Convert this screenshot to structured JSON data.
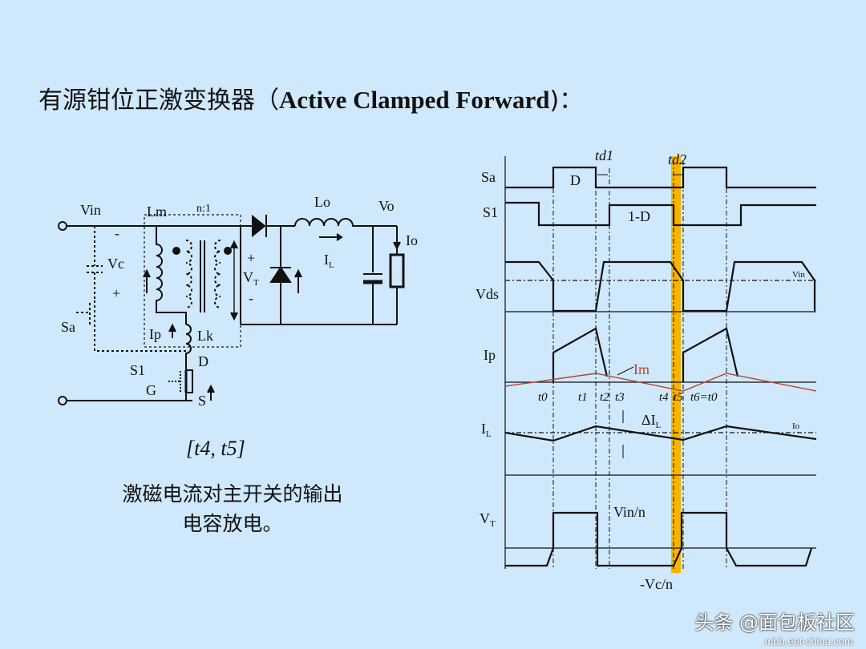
{
  "title": {
    "cn": "有源钳位正激变换器（",
    "en": "Active Clamped Forward",
    "tail": ")："
  },
  "interval": "[t4, t5]",
  "description": [
    "激磁电流对主开关的输出",
    "电容放电。"
  ],
  "circuit_labels": {
    "vin": "Vin",
    "lm": "Lm",
    "ratio": "n:1",
    "lo": "Lo",
    "vo": "Vo",
    "io": "Io",
    "il": "I",
    "il_sub": "L",
    "vc": "Vc",
    "vt": "V",
    "vt_sub": "T",
    "plus": "+",
    "minus": "-",
    "sa": "Sa",
    "ip": "Ip",
    "lk": "Lk",
    "s1": "S1",
    "g": "G",
    "d": "D",
    "s": "S"
  },
  "waveform_labels": {
    "sa": "Sa",
    "s1": "S1",
    "vds": "Vds",
    "ip": "Ip",
    "il": "I",
    "il_sub": "L",
    "vt": "V",
    "vt_sub": "T",
    "d": "D",
    "one_minus_d": "1-D",
    "td1": "td1",
    "td2": "td2",
    "vin": "Vin",
    "im": "Im",
    "delta_il": "ΔI",
    "delta_il_sub": "L",
    "io": "Io",
    "vin_n": "Vin/n",
    "neg_vc_n": "-Vc/n",
    "t0": "t0",
    "t1": "t1",
    "t2": "t2",
    "t3": "t3",
    "t4": "t4",
    "t5": "t5",
    "t6": "t6=t0"
  },
  "colors": {
    "background": "#cfe8fb",
    "highlight": "#f5b400",
    "im_curve": "#b5442a"
  },
  "watermark": {
    "main": "头条 @面包板社区",
    "url": "mbb.eet-china.com"
  }
}
